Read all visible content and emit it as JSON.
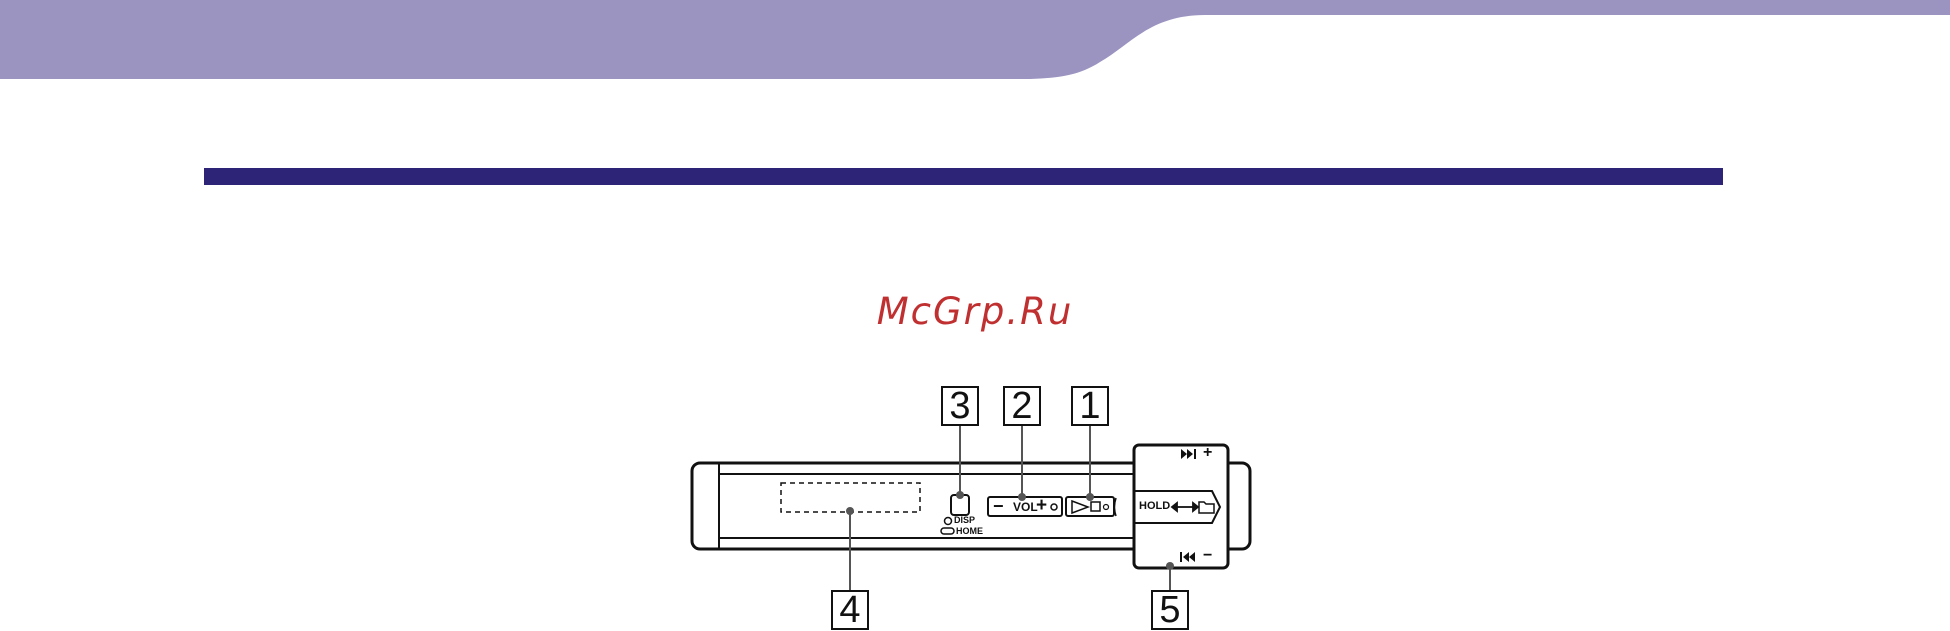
{
  "header": {
    "banner_color": "#9b93c0",
    "rule_color": "#2e2477"
  },
  "watermark": "McGrp.Ru",
  "callouts": [
    "1",
    "2",
    "3",
    "4",
    "5"
  ],
  "device": {
    "disp_label": "DISP",
    "home_label": "HOME",
    "vol_label": "VOL",
    "vol_minus": "−",
    "vol_plus": "+",
    "hold_label": "HOLD",
    "next_plus": "+",
    "prev_minus": "−"
  }
}
